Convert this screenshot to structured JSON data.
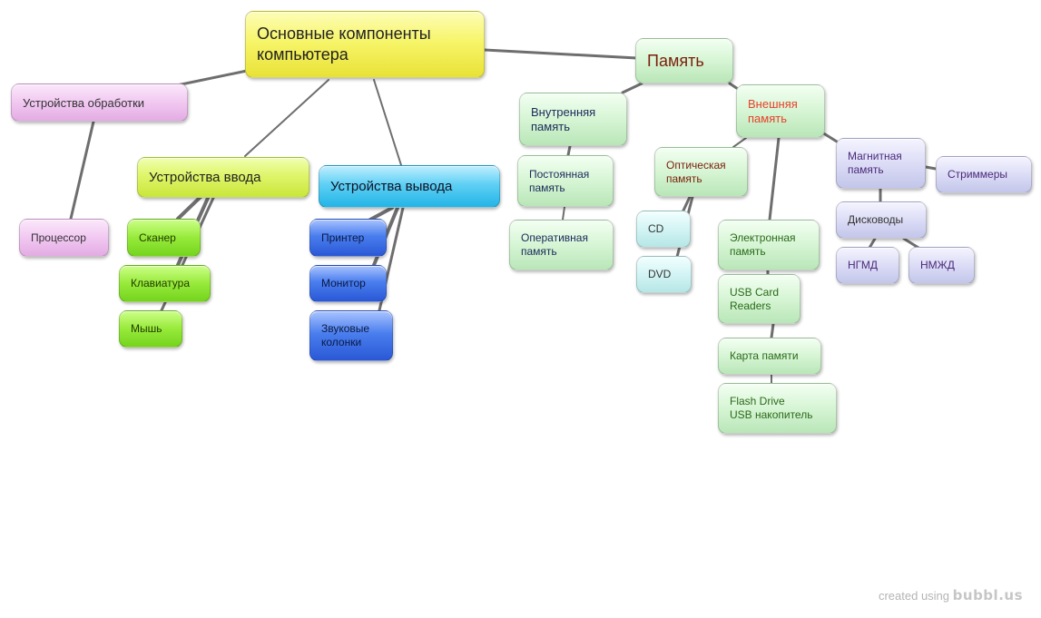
{
  "nodes": {
    "root": "Основные компоненты\nкомпьютера",
    "processing": "Устройства обработки",
    "processor": "Процессор",
    "input": "Устройства ввода",
    "scanner": "Сканер",
    "keyboard": "Клавиатура",
    "mouse": "Мышь",
    "output": "Устройства вывода",
    "printer": "Принтер",
    "monitor": "Монитор",
    "speakers": "Звуковые\nколонки",
    "memory": "Память",
    "internal": "Внутренняя\nпамять",
    "rom": "Постоянная\nпамять",
    "ram": "Оперативная\nпамять",
    "external": "Внешняя\nпамять",
    "optical": "Оптическая\nпамять",
    "cd": "CD",
    "dvd": "DVD",
    "electronic": "Электронная\nпамять",
    "usb_reader": "USB Card\nReaders",
    "memcard": "Карта памяти",
    "flash": "Flash Drive\nUSB накопитель",
    "magnetic": "Магнитная\nпамять",
    "streamers": "Стриммеры",
    "disk_drives": "Дисководы",
    "ngmd": "НГМД",
    "nmzhd": "НМЖД"
  },
  "colors": {
    "connector": "#6e6e6e",
    "root_fill": "#f7f56a",
    "input_fill": "#dff56a",
    "processing_fill": "#f1c8f1",
    "output_fill": "#5fd0f4",
    "input_children_fill": "#97ea3a",
    "output_children_fill": "#4a7eee",
    "memory_fill": "#d6f5d4",
    "external_text": "#e8402a",
    "memory_text": "#6b0f0f"
  },
  "watermark": {
    "prefix": "created using",
    "brand": "bubbl.us"
  }
}
